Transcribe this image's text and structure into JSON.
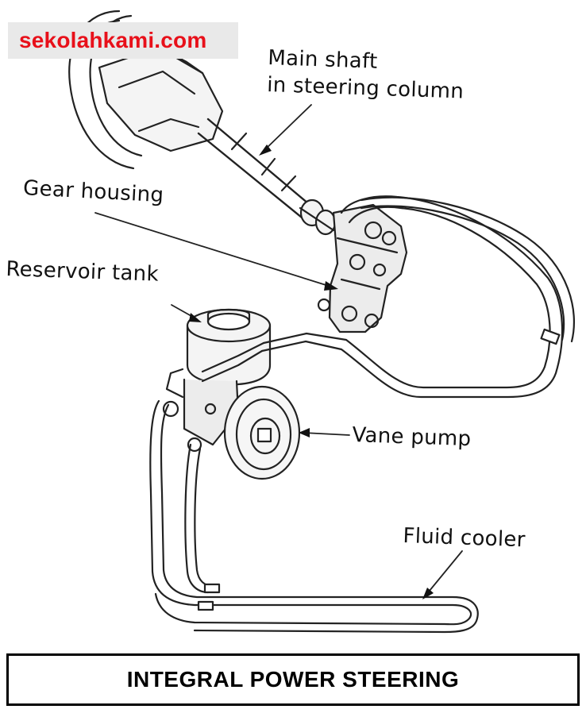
{
  "watermark": "sekolahkami.com",
  "labels": {
    "main_shaft_line1": "Main shaft",
    "main_shaft_line2": "in steering column",
    "gear_housing": "Gear housing",
    "reservoir_tank": "Reservoir tank",
    "vane_pump": "Vane pump",
    "fluid_cooler": "Fluid cooler"
  },
  "title": "INTEGRAL POWER STEERING",
  "colors": {
    "watermark_text": "#e8101a",
    "watermark_bg": "#e9e9e9",
    "ink": "#111111"
  }
}
